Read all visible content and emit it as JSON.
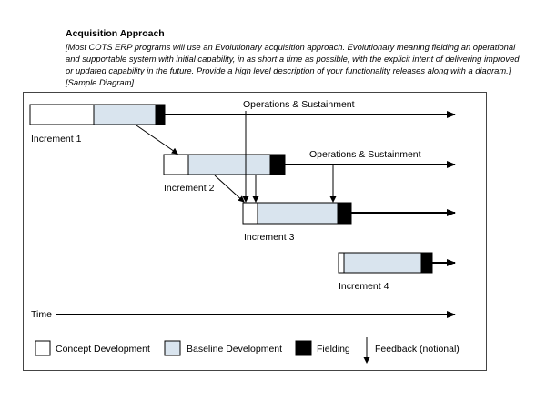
{
  "heading": "Acquisition Approach",
  "description": {
    "lines": [
      "[Most COTS ERP programs will use an Evolutionary acquisition approach.  Evolutionary meaning fielding an operational",
      "and supportable system with initial capability, in as short a time as possible, with the explicit intent of delivering improved",
      "or updated capability in the future. Provide a high level description of your functionality releases along with a diagram.]"
    ],
    "sample_note": "[Sample Diagram]"
  },
  "diagram": {
    "ops_label_1": "Operations & Sustainment",
    "ops_label_2": "Operations & Sustainment",
    "increments": [
      {
        "label": "Increment 1"
      },
      {
        "label": "Increment 2"
      },
      {
        "label": "Increment 3"
      },
      {
        "label": "Increment 4"
      }
    ],
    "time_label": "Time"
  },
  "legend": {
    "concept": "Concept Development",
    "baseline": "Baseline Development",
    "fielding": "Fielding",
    "feedback": "Feedback (notional)"
  },
  "colors": {
    "concept": "#ffffff",
    "baseline": "#d9e4ee",
    "fielding": "#000000",
    "line": "#000000"
  }
}
